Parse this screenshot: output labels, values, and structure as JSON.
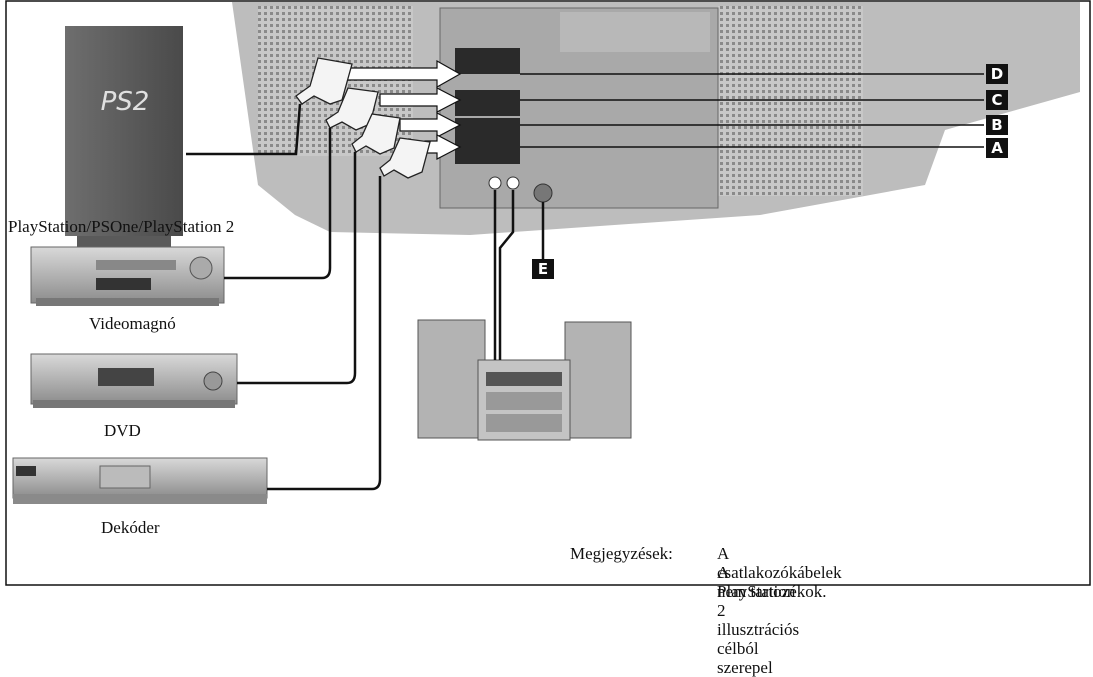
{
  "devices": {
    "playstation_label": "PlayStation/PSOne/PlayStation 2",
    "vcr_label": "Videomagnó",
    "dvd_label": "DVD",
    "decoder_label": "Dekóder",
    "ps2_logo": "PS2"
  },
  "connectors": {
    "d": "D",
    "c": "C",
    "b": "B",
    "a": "A",
    "e": "E"
  },
  "notes": {
    "key": "Megjegyzések:",
    "line1": "A csatlakozókábelek nem tartozékok.",
    "line2": "A PlayStation 2 illusztrációs célból szerepel"
  },
  "colors": {
    "line": "#111111",
    "device_gray": "#9a9a9a",
    "tv_gray": "#b5b5b5"
  }
}
